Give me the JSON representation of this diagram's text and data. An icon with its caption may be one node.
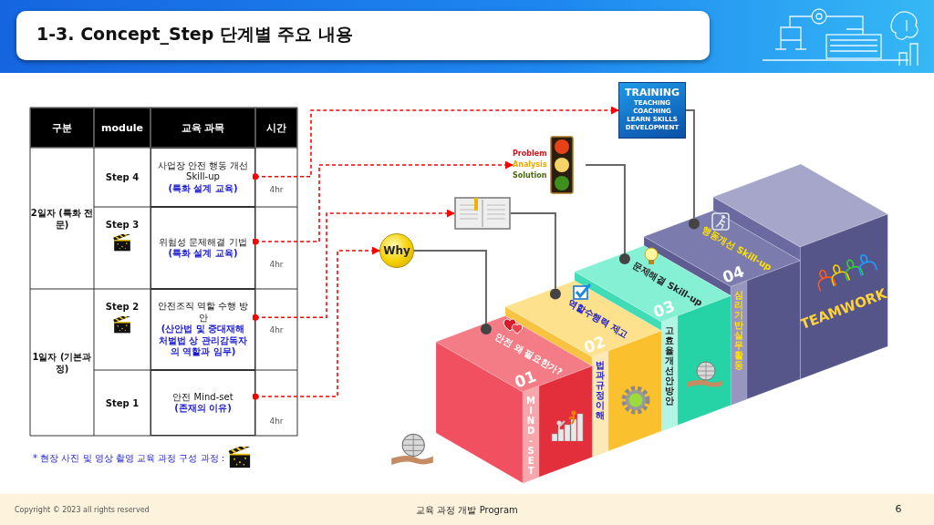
{
  "diagram": {
    "title": "1-3. Concept_Step 단계별 주요 내용",
    "nodes": [
      {
        "text": [
          "사업장 안전 행동 개선 Skill-up",
          "(특화 설계 교육)"
        ]
      },
      {
        "text": [
          "위험성 문제해결 기법",
          "(특화 설계 교육)"
        ]
      },
      {
        "text": [
          "안전조직 역할 수행 방안",
          "(산안법 및 중대재해 처벌법 상 관리감독자의 역할과 임무)"
        ]
      },
      {
        "text": [
          "안전 Mind-set",
          "(존재의 이유)"
        ]
      },
      {
        "text": [
          "TRAINING",
          "TEACHING COACHING LEARN SKILLS DEVELOPMENT"
        ]
      },
      {
        "text": [],
        "shape": "picture",
        "beside": [
          "Problem",
          "Analysis",
          "Solution"
        ]
      },
      {
        "text": [],
        "shape": "picture"
      },
      {
        "text": [
          "Why"
        ]
      },
      {
        "text": [
          "01",
          "안전 왜 필요한가?",
          "MIND-SET"
        ]
      },
      {
        "text": [
          "02",
          "역할수행력 제고",
          "법과규정이해"
        ]
      },
      {
        "text": [
          "03",
          "문제해결 Skill-up",
          "고효율개선안방안"
        ]
      },
      {
        "text": [
          "04",
          "행동개선 Skill-up",
          "심리기반실무활동"
        ]
      },
      {
        "text": [
          "TEAMWORK"
        ]
      }
    ],
    "edges": [
      {
        "from": 0,
        "to": 4,
        "arrow": "to",
        "style": "dashed",
        "color": "#ff0000"
      },
      {
        "from": 1,
        "to": 5,
        "arrow": "to",
        "style": "dashed",
        "color": "#ff0000"
      },
      {
        "from": 2,
        "to": 6,
        "arrow": "to",
        "style": "dashed",
        "color": "#ff0000"
      },
      {
        "from": 3,
        "to": 7,
        "arrow": "to",
        "style": "dashed",
        "color": "#ff0000"
      },
      {
        "from": 7,
        "to": 8,
        "arrow": "other",
        "color": "#666666"
      },
      {
        "from": 6,
        "to": 9,
        "arrow": "other",
        "color": "#666666"
      },
      {
        "from": 5,
        "to": 10,
        "arrow": "other",
        "color": "#666666"
      },
      {
        "from": 4,
        "to": 11,
        "arrow": "other",
        "color": "#666666"
      }
    ],
    "labels": [
      "구분",
      "module",
      "교육 과목",
      "시간",
      "2일자 (특화 전문)",
      "Step 4",
      "4hr",
      "Step 3",
      "4hr",
      "1일자 (기본과정)",
      "Step 2",
      "4hr",
      "Step 1",
      "4hr",
      "* 현장 사진 및 영상 촬영 교육 과정 구성 과정 :",
      "Copyright © 2023 all rights reserved",
      "교육 과정 개발 Program",
      "6"
    ]
  }
}
